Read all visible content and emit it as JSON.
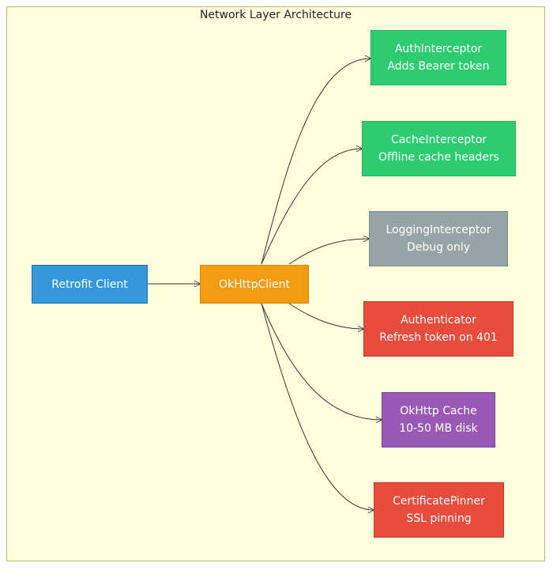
{
  "diagram": {
    "title": "Network Layer Architecture",
    "nodes": [
      {
        "id": "retrofit",
        "lines": [
          "Retrofit Client"
        ],
        "fill": "#3498db",
        "border": "#2471a3"
      },
      {
        "id": "okhttp",
        "lines": [
          "OkHttpClient"
        ],
        "fill": "#f39c12",
        "border": "#d68910"
      },
      {
        "id": "auth",
        "lines": [
          "AuthInterceptor",
          "Adds Bearer token"
        ],
        "fill": "#2ecc71",
        "border": "#27ae60"
      },
      {
        "id": "cache-interceptor",
        "lines": [
          "CacheInterceptor",
          "Offline cache headers"
        ],
        "fill": "#2ecc71",
        "border": "#27ae60"
      },
      {
        "id": "logging",
        "lines": [
          "LoggingInterceptor",
          "Debug only"
        ],
        "fill": "#95a5a6",
        "border": "#7f8c8d"
      },
      {
        "id": "authenticator",
        "lines": [
          "Authenticator",
          "Refresh token on 401"
        ],
        "fill": "#e74c3c",
        "border": "#c0392b"
      },
      {
        "id": "okhttp-cache",
        "lines": [
          "OkHttp Cache",
          "10-50 MB disk"
        ],
        "fill": "#9b59b6",
        "border": "#7d3c98"
      },
      {
        "id": "pinner",
        "lines": [
          "CertificatePinner",
          "SSL pinning"
        ],
        "fill": "#e74c3c",
        "border": "#c0392b"
      }
    ],
    "edges": [
      {
        "from": "retrofit",
        "to": "okhttp"
      },
      {
        "from": "okhttp",
        "to": "auth"
      },
      {
        "from": "okhttp",
        "to": "cache-interceptor"
      },
      {
        "from": "okhttp",
        "to": "logging"
      },
      {
        "from": "okhttp",
        "to": "authenticator"
      },
      {
        "from": "okhttp",
        "to": "okhttp-cache"
      },
      {
        "from": "okhttp",
        "to": "pinner"
      }
    ]
  }
}
